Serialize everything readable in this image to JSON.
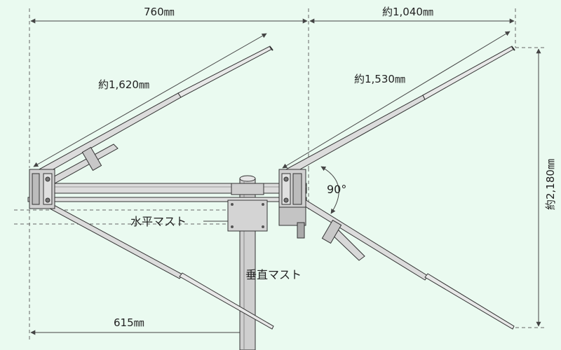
{
  "colors": {
    "background": "#eafaf0",
    "line": "#333333",
    "dim": "#555555",
    "metal": "#d7d7d7",
    "mast": "#c9c9c9"
  },
  "dimensions": {
    "top_left": "760㎜",
    "top_right": "約1,040㎜",
    "element_left": "約1,620㎜",
    "element_right": "約1,530㎜",
    "angle": "90°",
    "height": "約2,180㎜",
    "bottom": "615㎜"
  },
  "parts": {
    "horizontal_mast": "水平マスト",
    "vertical_mast": "垂直マスト"
  }
}
